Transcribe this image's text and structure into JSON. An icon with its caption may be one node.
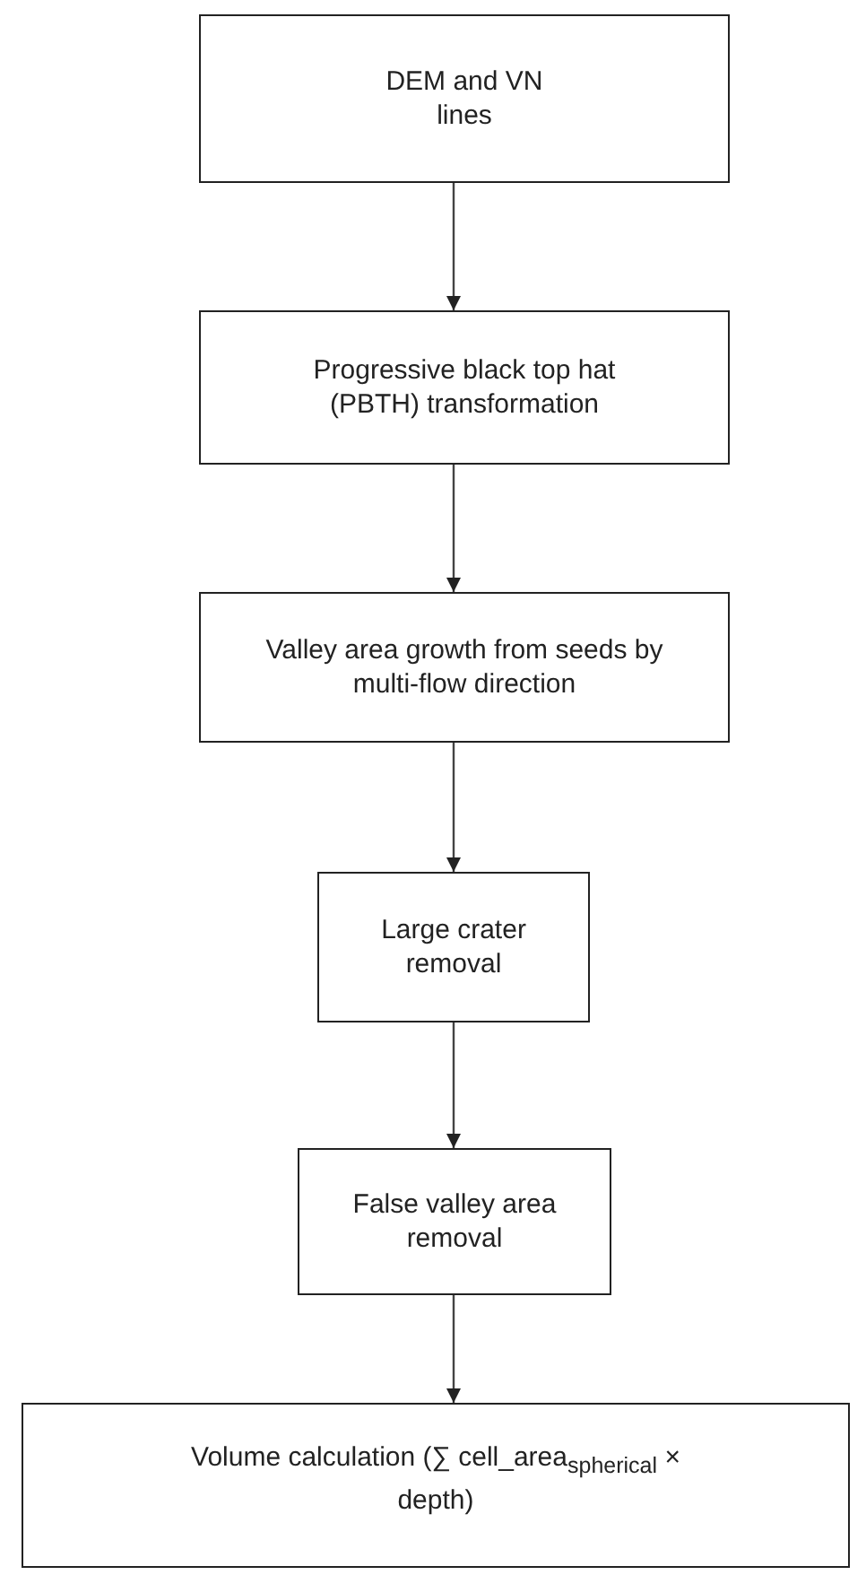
{
  "diagram": {
    "nodes": [
      {
        "text": [
          "DEM and VN lines"
        ]
      },
      {
        "text": [
          "Progressive black top hat (PBTH) transformation"
        ]
      },
      {
        "text": [
          "Valley area growth from seeds by multi-flow direction"
        ]
      },
      {
        "text": [
          "Large crater removal"
        ]
      },
      {
        "text": [
          "False valley area removal"
        ]
      },
      {
        "text": [
          "Volume calculation (∑ cell_area$_{spherical}$ × depth)"
        ]
      }
    ],
    "edges": [
      {
        "from": 0,
        "to": 1,
        "arrow": "to"
      },
      {
        "from": 1,
        "to": 2,
        "arrow": "to"
      },
      {
        "from": 2,
        "to": 3,
        "arrow": "to"
      },
      {
        "from": 3,
        "to": 4,
        "arrow": "to"
      },
      {
        "from": 4,
        "to": 5,
        "arrow": "to"
      }
    ]
  }
}
